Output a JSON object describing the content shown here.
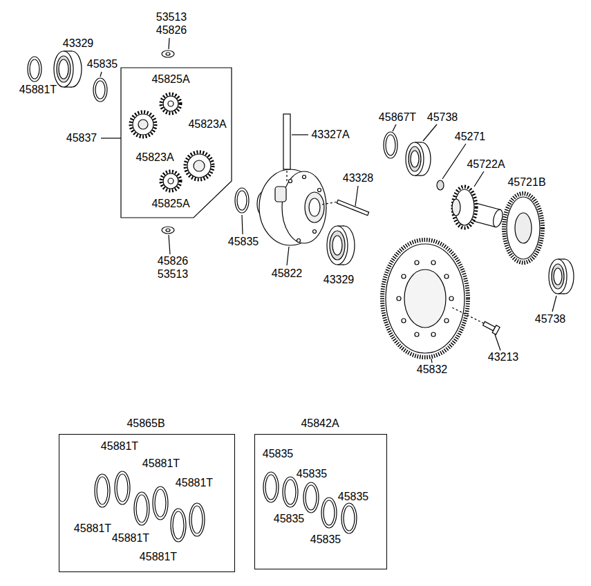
{
  "diagram": {
    "nodes": [
      {
        "text": [
          "45837",
          "45825A",
          "45823A",
          "45823A",
          "45825A"
        ]
      },
      {
        "text": [
          "45865B",
          "45881T",
          "45881T",
          "45881T",
          "45881T",
          "45881T",
          "45881T"
        ]
      },
      {
        "text": [
          "45842A",
          "45835",
          "45835",
          "45835",
          "45835",
          "45835"
        ]
      }
    ],
    "edges": [],
    "labels": [
      "53513",
      "45826",
      "43329",
      "45835",
      "45881T",
      "43327A",
      "45867T",
      "45738",
      "45271",
      "43328",
      "45722A",
      "45721B",
      "45835",
      "45826",
      "53513",
      "45822",
      "43329",
      "45738",
      "43213",
      "45832"
    ]
  }
}
